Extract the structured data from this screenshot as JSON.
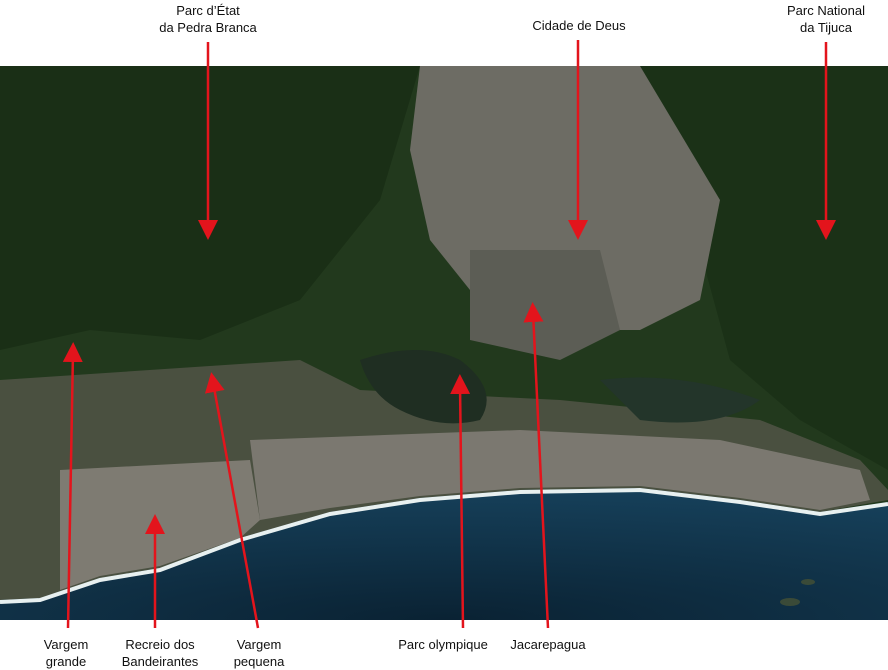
{
  "annotations": {
    "top": [
      {
        "id": "pedra-branca",
        "line1": "Parc d’État",
        "line2": "da Pedra Branca"
      },
      {
        "id": "cidade-de-deus",
        "line1": "Cidade de Deus",
        "line2": ""
      },
      {
        "id": "tijuca",
        "line1": "Parc National",
        "line2": "da Tijuca"
      }
    ],
    "bottom": [
      {
        "id": "vargem-grande",
        "line1": "Vargem",
        "line2": "grande"
      },
      {
        "id": "recreio",
        "line1": "Recreio dos",
        "line2": "Bandeirantes"
      },
      {
        "id": "vargem-pequena",
        "line1": "Vargem",
        "line2": "pequena"
      },
      {
        "id": "parc-olympique",
        "line1": "Parc olympique",
        "line2": ""
      },
      {
        "id": "jacarepagua",
        "line1": "Jacarepagua",
        "line2": ""
      }
    ]
  },
  "colors": {
    "arrow": "#e3141c",
    "forest": "#1c3318",
    "urban": "#6b6a63",
    "ocean": "#0f2a3d",
    "surf": "#e8f0f0"
  }
}
